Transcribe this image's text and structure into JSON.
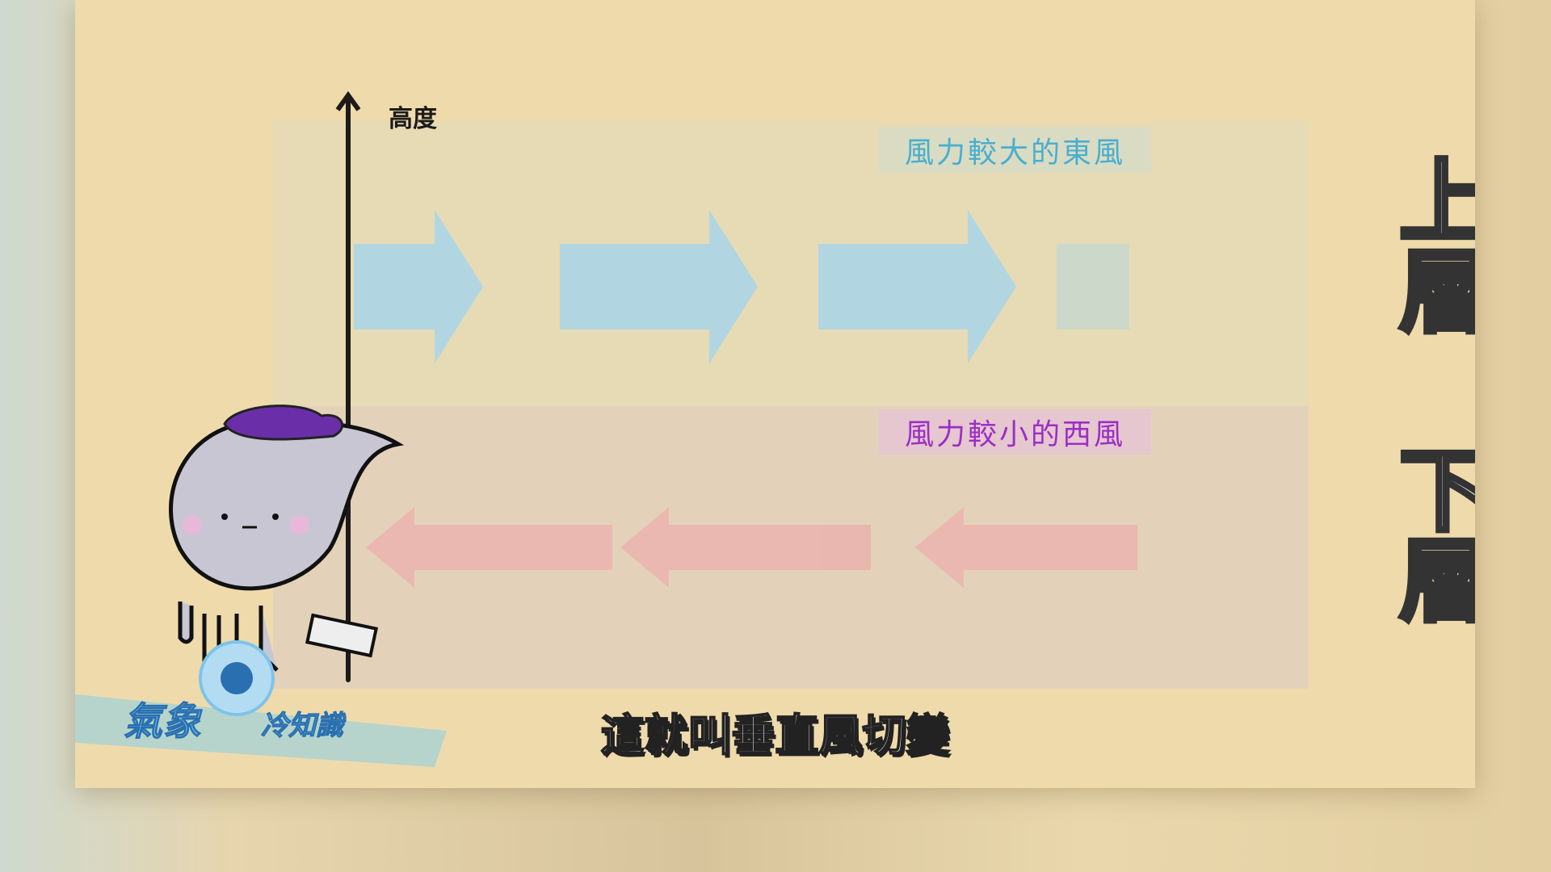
{
  "axis_label": "高度",
  "upper": {
    "tag": "風力較大的東風",
    "layer": "上層",
    "color": "#a9d6ec"
  },
  "lower": {
    "tag": "風力較小的西風",
    "layer": "下層",
    "color": "#ecb9b4"
  },
  "subtitle": "這就叫垂直風切變",
  "logo": {
    "text": "氣象冷知識"
  }
}
